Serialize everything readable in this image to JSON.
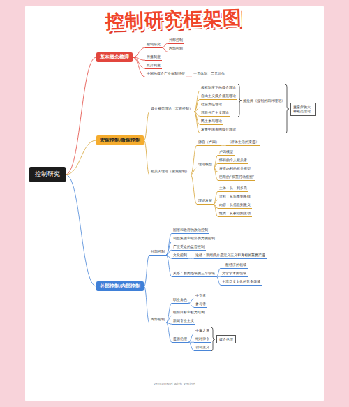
{
  "diagram": {
    "title": "控制研究框架图",
    "nodes": [
      {
        "text": [
          "控制研究"
        ]
      },
      {
        "text": [
          "基本概念梳理"
        ]
      },
      {
        "text": [
          "控制研究"
        ]
      },
      {
        "text": [
          "外部控制"
        ]
      },
      {
        "text": [
          "内部控制"
        ]
      },
      {
        "text": [
          "传播制度"
        ]
      },
      {
        "text": [
          "媒介制度"
        ]
      },
      {
        "text": [
          "中国的媒介产业体制特征"
        ]
      },
      {
        "text": [
          "一元体制、二元运作"
        ]
      },
      {
        "text": [
          "宏观控制/微观控制"
        ]
      },
      {
        "text": [
          "媒介规范理论（宏观控制）"
        ]
      },
      {
        "text": [
          "极权制度下的媒介理论"
        ]
      },
      {
        "text": [
          "自由主义媒介规范理论"
        ]
      },
      {
        "text": [
          "社会责任理论"
        ]
      },
      {
        "text": [
          "苏联共产主义理论"
        ]
      },
      {
        "text": [
          "民主参与理论"
        ]
      },
      {
        "text": [
          "发展中国家的媒介理论"
        ]
      },
      {
        "text": [
          "麦奎尔的六种规范理论"
        ]
      },
      {
        "text": [
          "把关人理论（微观控制）"
        ]
      },
      {
        "text": [
          "源自（卢因）"
        ]
      },
      {
        "text": [
          "《群体生活的渠道》"
        ]
      },
      {
        "text": [
          "理论模型"
        ]
      },
      {
        "text": [
          "卢因模型"
        ]
      },
      {
        "text": [
          "怀特的个人把关者"
        ]
      },
      {
        "text": [
          "麦克内利的把关模型"
        ]
      },
      {
        "text": [
          "巴斯的“双重行动模型”"
        ]
      },
      {
        "text": [
          "理论发展"
        ]
      },
      {
        "text": [
          "主体：从一到多元"
        ]
      },
      {
        "text": [
          "过程：从简单到多样"
        ]
      },
      {
        "text": [
          "内容：从信息到意义"
        ]
      },
      {
        "text": [
          "性质：从被动到主动"
        ]
      },
      {
        "text": [
          "外部控制/内部控制"
        ]
      },
      {
        "text": [
          "外部控制"
        ]
      },
      {
        "text": [
          "国家和政府的政治控制"
        ]
      },
      {
        "text": [
          "利益集团和经济势力的控制"
        ]
      },
      {
        "text": [
          "广泛受众的监督控制"
        ]
      },
      {
        "text": [
          "文化控制"
        ]
      },
      {
        "text": [
          "途径：新闻媒介是定义正义和真相的重要渠道"
        ]
      },
      {
        "text": [
          "关系：新闻场域的三个领域"
        ]
      },
      {
        "text": [
          "一般经济的领域"
        ]
      },
      {
        "text": [
          "文学学术的领域"
        ]
      },
      {
        "text": [
          "主流意义文化的竞争领域"
        ]
      },
      {
        "text": [
          "内部控制"
        ]
      },
      {
        "text": [
          "职业角色"
        ]
      },
      {
        "text": [
          "中立者"
        ]
      },
      {
        "text": [
          "参与者"
        ]
      },
      {
        "text": [
          "组织目标和权力结构"
        ]
      },
      {
        "text": [
          "新闻专业主义"
        ]
      },
      {
        "text": [
          "道德伦理"
        ]
      },
      {
        "text": [
          "中庸之道"
        ]
      },
      {
        "text": [
          "绝对律令"
        ]
      },
      {
        "text": [
          "功利主义"
        ]
      },
      {
        "text": [
          "媒介伦理"
        ]
      }
    ],
    "edges": [
      {
        "from": 0,
        "to": 1,
        "arrow": "none"
      },
      {
        "from": 0,
        "to": 9,
        "arrow": "none"
      },
      {
        "from": 0,
        "to": 31,
        "arrow": "none"
      },
      {
        "from": 1,
        "to": 2,
        "arrow": "none"
      },
      {
        "from": 2,
        "to": 3,
        "arrow": "none"
      },
      {
        "from": 2,
        "to": 4,
        "arrow": "none"
      },
      {
        "from": 1,
        "to": 5,
        "arrow": "none"
      },
      {
        "from": 1,
        "to": 6,
        "arrow": "none"
      },
      {
        "from": 1,
        "to": 7,
        "arrow": "none"
      },
      {
        "from": 7,
        "to": 8,
        "arrow": "none"
      },
      {
        "from": 9,
        "to": 10,
        "arrow": "none"
      },
      {
        "from": 10,
        "to": 11,
        "arrow": "none"
      },
      {
        "from": 10,
        "to": 12,
        "arrow": "none"
      },
      {
        "from": 10,
        "to": 13,
        "arrow": "none"
      },
      {
        "from": 10,
        "to": 14,
        "arrow": "none"
      },
      {
        "from": 10,
        "to": 15,
        "arrow": "none"
      },
      {
        "from": 10,
        "to": 16,
        "arrow": "none"
      },
      {
        "from": 9,
        "to": 18,
        "arrow": "none"
      },
      {
        "from": 18,
        "to": 19,
        "arrow": "none"
      },
      {
        "from": 19,
        "to": 20,
        "arrow": "none"
      },
      {
        "from": 18,
        "to": 21,
        "arrow": "none"
      },
      {
        "from": 21,
        "to": 22,
        "arrow": "none"
      },
      {
        "from": 21,
        "to": 23,
        "arrow": "none"
      },
      {
        "from": 21,
        "to": 24,
        "arrow": "none"
      },
      {
        "from": 21,
        "to": 25,
        "arrow": "none"
      },
      {
        "from": 18,
        "to": 26,
        "arrow": "none"
      },
      {
        "from": 26,
        "to": 27,
        "arrow": "none"
      },
      {
        "from": 26,
        "to": 28,
        "arrow": "none"
      },
      {
        "from": 26,
        "to": 29,
        "arrow": "none"
      },
      {
        "from": 26,
        "to": 30,
        "arrow": "none"
      },
      {
        "from": 31,
        "to": 32,
        "arrow": "none"
      },
      {
        "from": 32,
        "to": 33,
        "arrow": "none"
      },
      {
        "from": 32,
        "to": 34,
        "arrow": "none"
      },
      {
        "from": 32,
        "to": 35,
        "arrow": "none"
      },
      {
        "from": 32,
        "to": 36,
        "arrow": "none"
      },
      {
        "from": 36,
        "to": 37,
        "arrow": "none"
      },
      {
        "from": 32,
        "to": 38,
        "arrow": "none"
      },
      {
        "from": 38,
        "to": 39,
        "arrow": "none"
      },
      {
        "from": 38,
        "to": 40,
        "arrow": "none"
      },
      {
        "from": 38,
        "to": 41,
        "arrow": "none"
      },
      {
        "from": 31,
        "to": 42,
        "arrow": "none"
      },
      {
        "from": 42,
        "to": 43,
        "arrow": "none"
      },
      {
        "from": 43,
        "to": 44,
        "arrow": "none"
      },
      {
        "from": 43,
        "to": 45,
        "arrow": "none"
      },
      {
        "from": 42,
        "to": 46,
        "arrow": "none"
      },
      {
        "from": 42,
        "to": 47,
        "arrow": "none"
      },
      {
        "from": 42,
        "to": 48,
        "arrow": "none"
      },
      {
        "from": 48,
        "to": 49,
        "arrow": "none"
      },
      {
        "from": 48,
        "to": 50,
        "arrow": "none"
      },
      {
        "from": 48,
        "to": 51,
        "arrow": "none"
      }
    ],
    "labels": [
      "施拉姆《报刊的四种理论》",
      "Presented with xmind"
    ]
  }
}
